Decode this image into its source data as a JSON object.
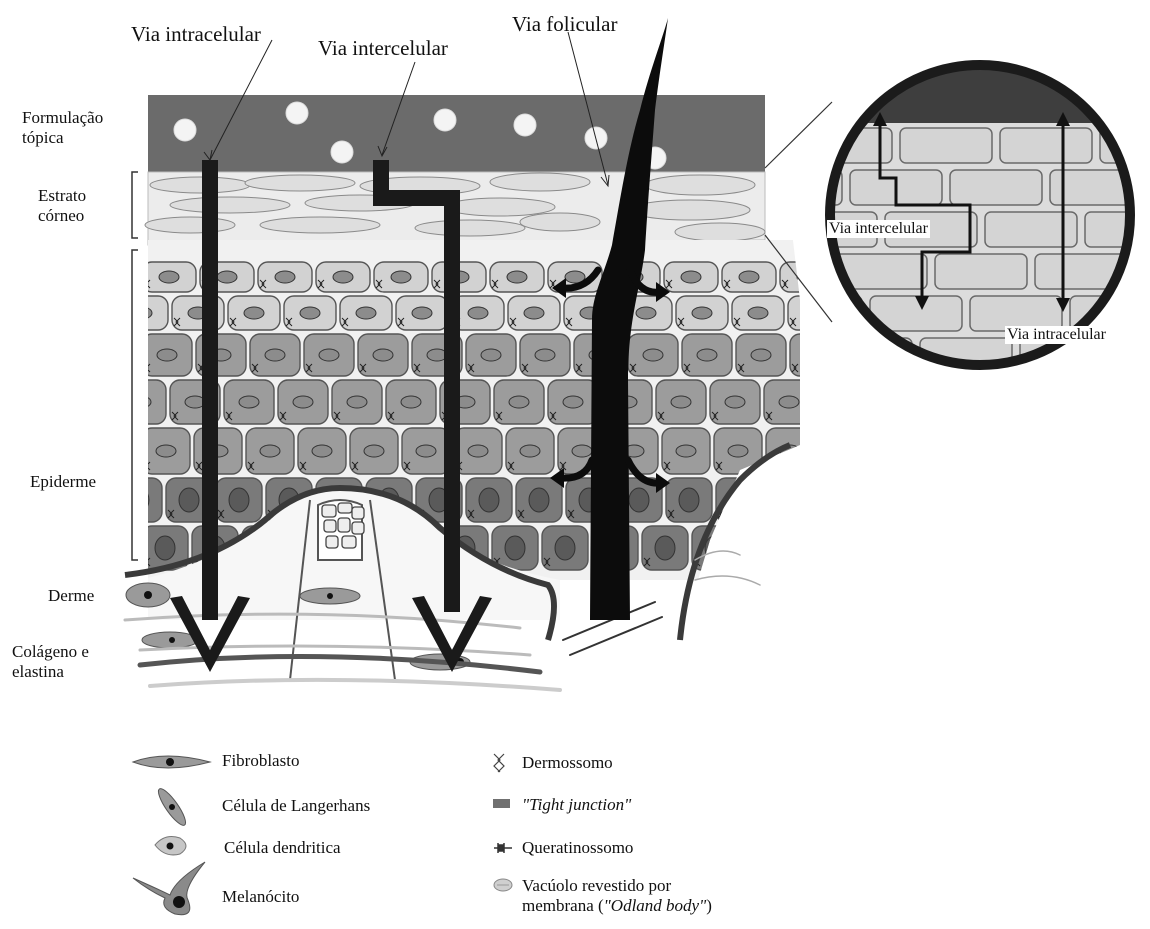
{
  "routes": {
    "intracellular": "Via intracelular",
    "intercellular": "Via intercelular",
    "follicular": "Via folicular"
  },
  "layers": {
    "topical_1": "Formulação",
    "topical_2": "tópica",
    "stratum_1": "Estrato",
    "stratum_2": "córneo",
    "epidermis": "Epiderme",
    "dermis": "Derme",
    "collagen_1": "Colágeno e",
    "collagen_2": "elastina"
  },
  "zoom": {
    "intercellular": "Via intercelular",
    "intracellular": "Via intracelular"
  },
  "legend": {
    "fibroblast": "Fibroblasto",
    "langerhans": "Célula de Langerhans",
    "dendritic": "Célula dendritica",
    "melanocyte": "Melanócito",
    "desmosome": "Dermossomo",
    "tight_junction": "\"Tight junction\"",
    "keratinosome": "Queratinossomo",
    "odland_1": "Vacúolo revestido por",
    "odland_2_a": "membrana (",
    "odland_2_b": "\"Odland body\"",
    "odland_2_c": ")"
  },
  "colors": {
    "formulation": "#6b6b6b",
    "stratum_corneum": "#e4e4e4",
    "cell_light": "#d2d2d2",
    "cell_mid": "#9c9c9c",
    "cell_dark": "#7a7a7a",
    "arrow": "#1a1a1a"
  }
}
